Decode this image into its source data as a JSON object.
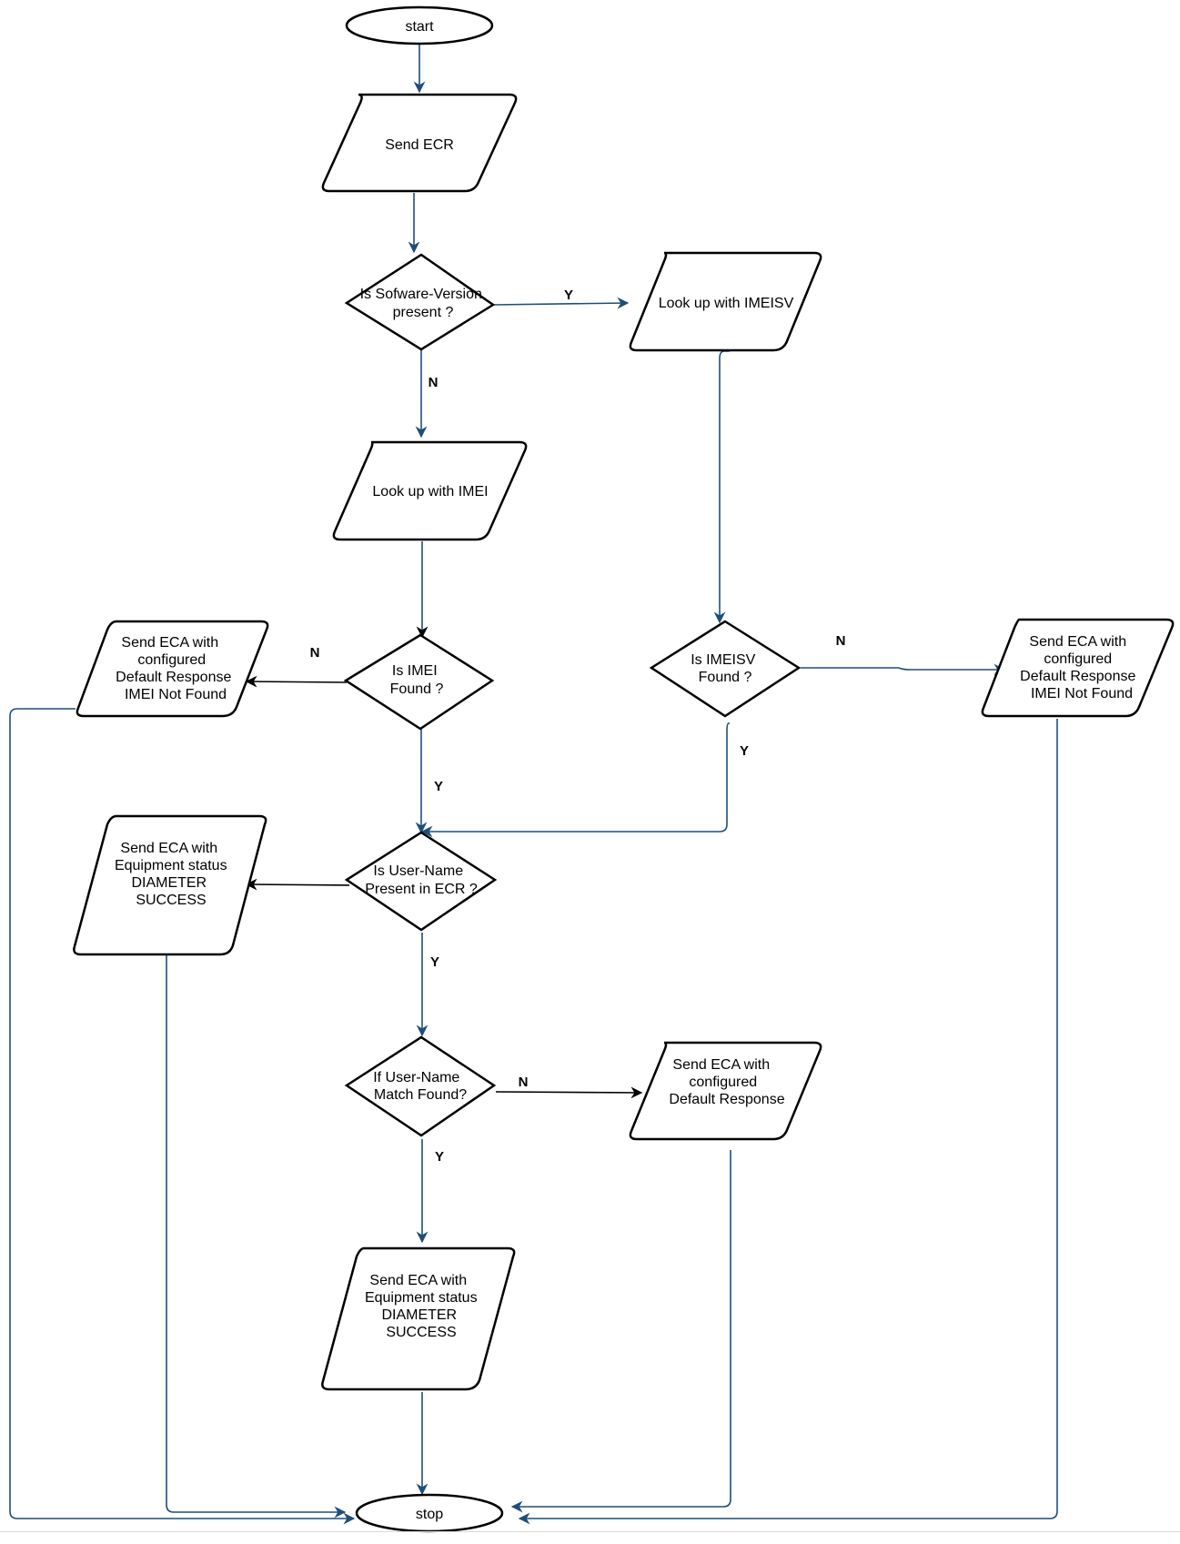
{
  "colors": {
    "edge_blue": "#1f4e79",
    "edge_black": "#000000",
    "shape_stroke": "#000000",
    "background": "#ffffff"
  },
  "nodes": {
    "start": {
      "shape": "terminator",
      "label": "start"
    },
    "send_ecr": {
      "shape": "parallelogram",
      "label": "Send ECR"
    },
    "is_software_version": {
      "shape": "decision",
      "lines": [
        "Is Sofware-Version",
        "present ?"
      ]
    },
    "lookup_imeisv": {
      "shape": "parallelogram",
      "label": "Look up with IMEISV"
    },
    "lookup_imei": {
      "shape": "parallelogram",
      "label": "Look up with IMEI"
    },
    "is_imei_found": {
      "shape": "decision",
      "lines": [
        "Is IMEI",
        "Found ?"
      ]
    },
    "eca_imei_not_found_left": {
      "shape": "parallelogram",
      "lines": [
        "Send ECA with",
        "configured",
        "Default Response",
        "IMEI Not Found"
      ]
    },
    "is_imeisv_found": {
      "shape": "decision",
      "lines": [
        "Is IMEISV",
        "Found ?"
      ]
    },
    "eca_imei_not_found_right": {
      "shape": "parallelogram",
      "lines": [
        "Send ECA with",
        "configured",
        "Default Response",
        "IMEI Not Found"
      ]
    },
    "is_username_present": {
      "shape": "decision",
      "lines": [
        "Is User-Name",
        "Present in ECR ?"
      ]
    },
    "eca_success_left": {
      "shape": "parallelogram",
      "lines": [
        "Send ECA with",
        "Equipment status",
        "DIAMETER",
        "SUCCESS"
      ]
    },
    "if_username_match": {
      "shape": "decision",
      "lines": [
        "If User-Name",
        "Match Found?"
      ]
    },
    "eca_default_response": {
      "shape": "parallelogram",
      "lines": [
        "Send ECA with",
        "configured",
        "Default Response"
      ]
    },
    "eca_success_bottom": {
      "shape": "parallelogram",
      "lines": [
        "Send ECA with",
        "Equipment status",
        "DIAMETER",
        "SUCCESS"
      ]
    },
    "stop": {
      "shape": "terminator",
      "label": "stop"
    }
  },
  "edge_labels": {
    "sw_yes": "Y",
    "sw_no": "N",
    "imei_no": "N",
    "imei_yes": "Y",
    "imeisv_no": "N",
    "imeisv_yes": "Y",
    "username_yes": "Y",
    "match_no": "N",
    "match_yes": "Y"
  }
}
